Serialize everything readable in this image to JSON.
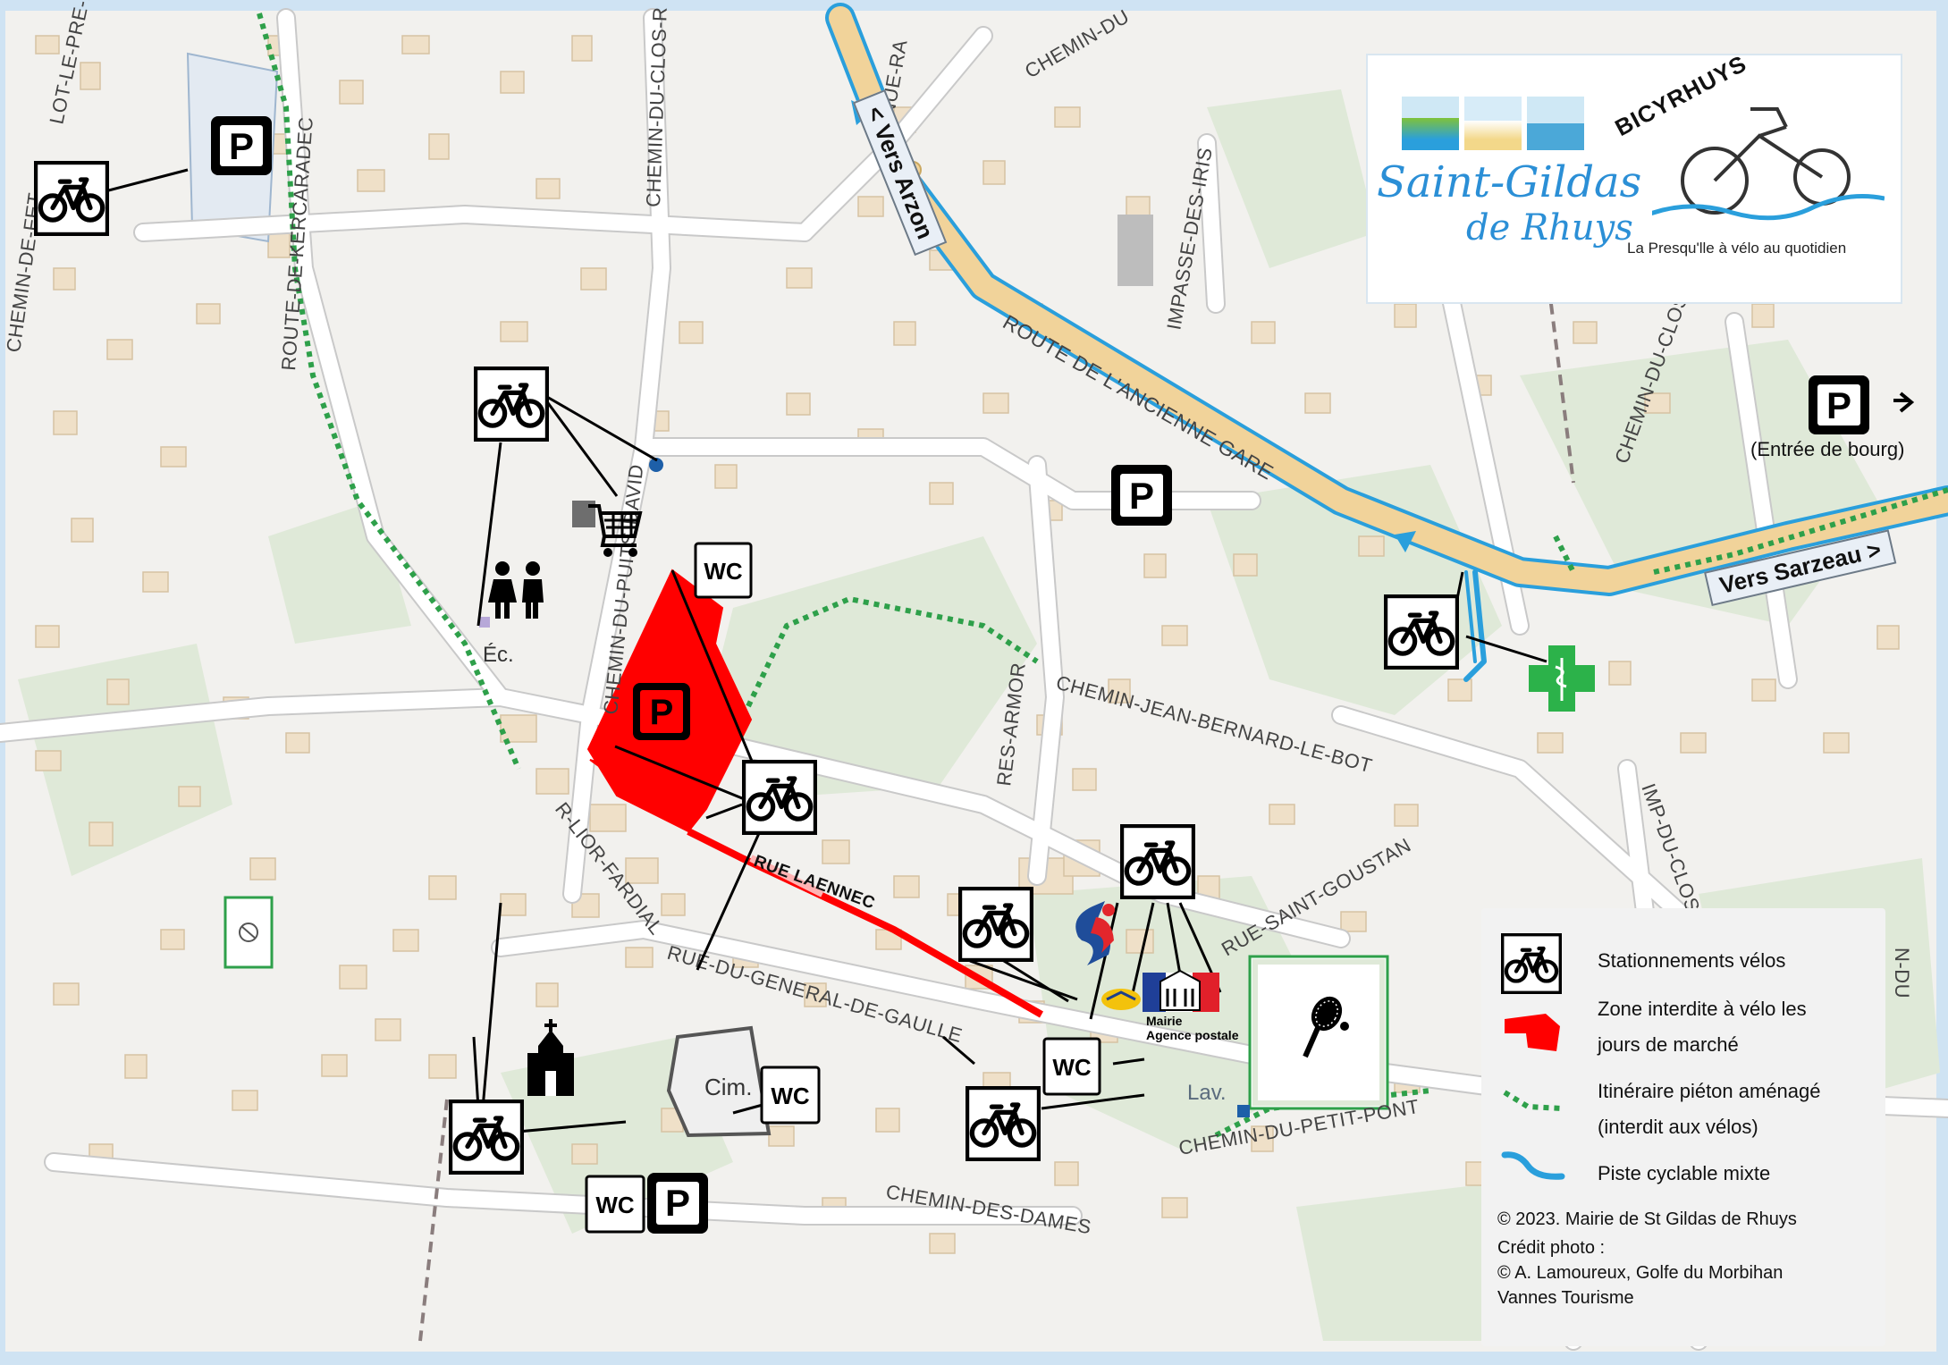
{
  "logo": {
    "town_line1": "Saint-Gildas",
    "town_line2": "de Rhuys",
    "brand": "BICYRHUYS",
    "tagline": "La Presqu'lle à vélo au quotidien"
  },
  "signs": {
    "vers_arzon": "< Vers Arzon",
    "vers_sarzeau": "Vers Sarzeau >",
    "entree_bourg": "(Entrée de bourg)"
  },
  "streets": {
    "lot_le_pre": "LOT-LE-PRE-N",
    "chemin_fet": "CHEMIN-DE-FET",
    "route_kercaradec": "ROUTE-DE-KERCARADEC",
    "chemin_clos_r": "CHEMIN-DU-CLOS-R",
    "avenue_ra": "AVENUE-RA",
    "chemin_du": "CHEMIN-DU",
    "impasse_iris": "IMPASSE-DES-IRIS",
    "route_ancienne_gare": "ROUTE DE L'ANCIENNE GARE",
    "chemin_clos_er": "CHEMIN-DU-CLOS-ER",
    "chemin_puits_david": "CHEMIN-DU-PUITS-DAVID",
    "chemin_jean_bernard": "CHEMIN-JEAN-BERNARD-LE-BOT",
    "res_armor": "RES-ARMOR",
    "r_lior_fardial": "R-LIOR-FARDIAL",
    "rue_laennec": "RUE LAENNEC",
    "rue_general_gaulle": "RUE-DU-GENERAL-DE-GAULLE",
    "rue_saint_goustan": "RUE-SAINT-GOUSTAN",
    "imp_clos_c": "IMP-DU-CLOS-C",
    "chemin_petit_pont": "CHEMIN-DU-PETIT-PONT",
    "chemin_dames": "CHEMIN-DES-DAMES",
    "n_right": "N-DU"
  },
  "places": {
    "ecole": "Éc.",
    "cimetiere": "Cim.",
    "lav": "Lav.",
    "mairie": "Mairie",
    "agence_postale": "Agence postale"
  },
  "icons": {
    "wc_label": "WC",
    "parking_label": "P",
    "bike": "bike-icon",
    "cart": "cart-icon",
    "kids": "children-icon",
    "church": "church-icon",
    "pharmacy": "pharmacy-cross-icon",
    "tennis": "tennis-icon",
    "tourism": "tourism-info-icon",
    "post": "post-office-icon"
  },
  "legend": {
    "bike_parking": "Stationnements vélos",
    "zone_line1": "Zone interdite à vélo les",
    "zone_line2": "jours de marché",
    "pedestrian_line1": "Itinéraire piéton aménagé",
    "pedestrian_line2": "(interdit aux vélos)",
    "cycle_path": "Piste cyclable mixte",
    "credit_line1": "© 2023. Mairie de St Gildas de Rhuys",
    "credit_line2": "Crédit photo :",
    "credit_line3": "© A. Lamoureux, Golfe du Morbihan",
    "credit_line4": "Vannes Tourisme"
  },
  "colors": {
    "cycle_path": "#2a9fdc",
    "cycle_fill": "#f1d39a",
    "forbidden_zone": "#ff0000",
    "pedestrian": "#2ea04a",
    "pharmacy": "#2cb24a",
    "parking_bg": "#000000",
    "map_bg": "#f2f1ee",
    "green_area": "#dde8d6",
    "building": "#efe0c8"
  }
}
